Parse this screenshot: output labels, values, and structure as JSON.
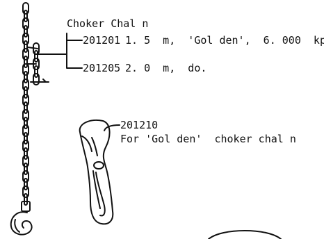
{
  "chain_group": {
    "title": "Choker Chal n",
    "items": [
      {
        "part_no": "201201",
        "spec": "1. 5  m,  'Gol den',  6. 000  kp"
      },
      {
        "part_no": "201205",
        "spec": "2. 0  m,  do."
      }
    ]
  },
  "hook_part": {
    "part_no": "201210",
    "description": "For 'Gol den'  choker chal n"
  }
}
